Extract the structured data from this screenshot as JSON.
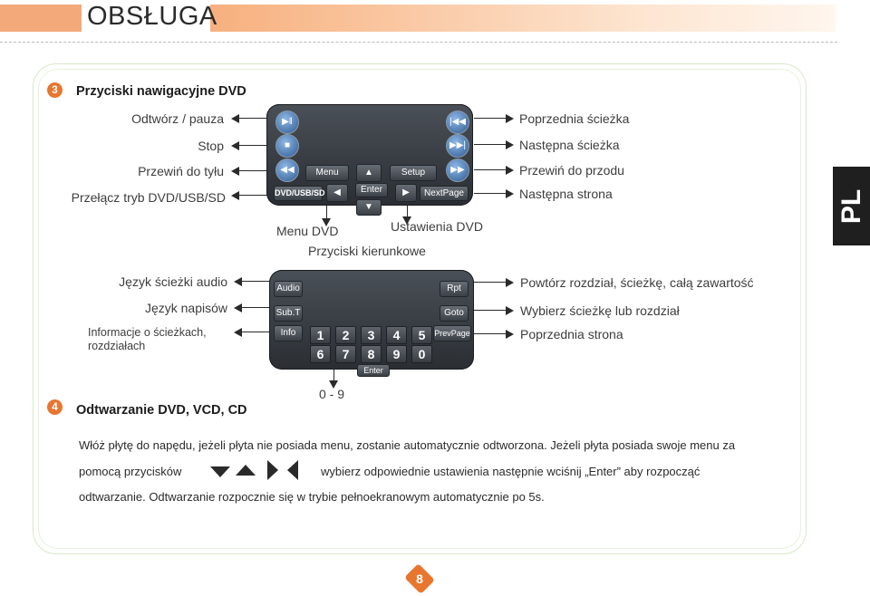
{
  "header": {
    "title": "OBSŁUGA"
  },
  "tab": {
    "label": "PL"
  },
  "section3": {
    "number": "3",
    "title": "Przyciski nawigacyjne DVD",
    "left_labels": [
      "Odtwórz / pauza",
      "Stop",
      "Przewiń do tyłu",
      "Przełącz tryb DVD/USB/SD"
    ],
    "right_labels": [
      "Poprzednia ścieżka",
      "Następna ścieżka",
      "Przewiń do przodu",
      "Następna strona"
    ],
    "bottom_labels": {
      "menu": "Menu DVD",
      "setup": "Ustawienia DVD",
      "arrows": "Przyciski kierunkowe"
    },
    "panel": {
      "menu": "Menu",
      "setup": "Setup",
      "enter": "Enter",
      "mode": "DVD/USB/SD",
      "nextpage": "NextPage"
    }
  },
  "section_mid": {
    "left_labels": [
      "Język ścieżki audio",
      "Język napisów",
      "Informacje o ścieżkach,",
      "rozdziałach"
    ],
    "right_labels": [
      "Powtórz rozdział, ścieżkę, całą zawartość",
      "Wybierz ścieżkę lub rozdział",
      "Poprzednia strona"
    ],
    "digits_label": "0 - 9",
    "panel": {
      "audio": "Audio",
      "subt": "Sub.T",
      "info": "Info",
      "rpt": "Rpt",
      "goto": "Goto",
      "prevpage": "PrevPage",
      "enter": "Enter",
      "row1": [
        "1",
        "2",
        "3",
        "4",
        "5"
      ],
      "row2": [
        "6",
        "7",
        "8",
        "9",
        "0"
      ]
    }
  },
  "section4": {
    "number": "4",
    "title": "Odtwarzanie DVD, VCD, CD",
    "line1": "Włóż płytę do napędu, jeżeli płyta nie posiada menu, zostanie automatycznie odtworzona. Jeżeli płyta posiada swoje menu za",
    "line2a": "pomocą przycisków",
    "line2b": "wybierz odpowiednie ustawienia następnie wciśnij „Enter” aby rozpocząć",
    "line3": "odtwarzanie.  Odtwarzanie rozpocznie się w trybie pełnoekranowym automatycznie po 5s."
  },
  "page": {
    "number": "8"
  },
  "colors": {
    "accent": "#e8762f",
    "tab": "#1f1f1f"
  }
}
